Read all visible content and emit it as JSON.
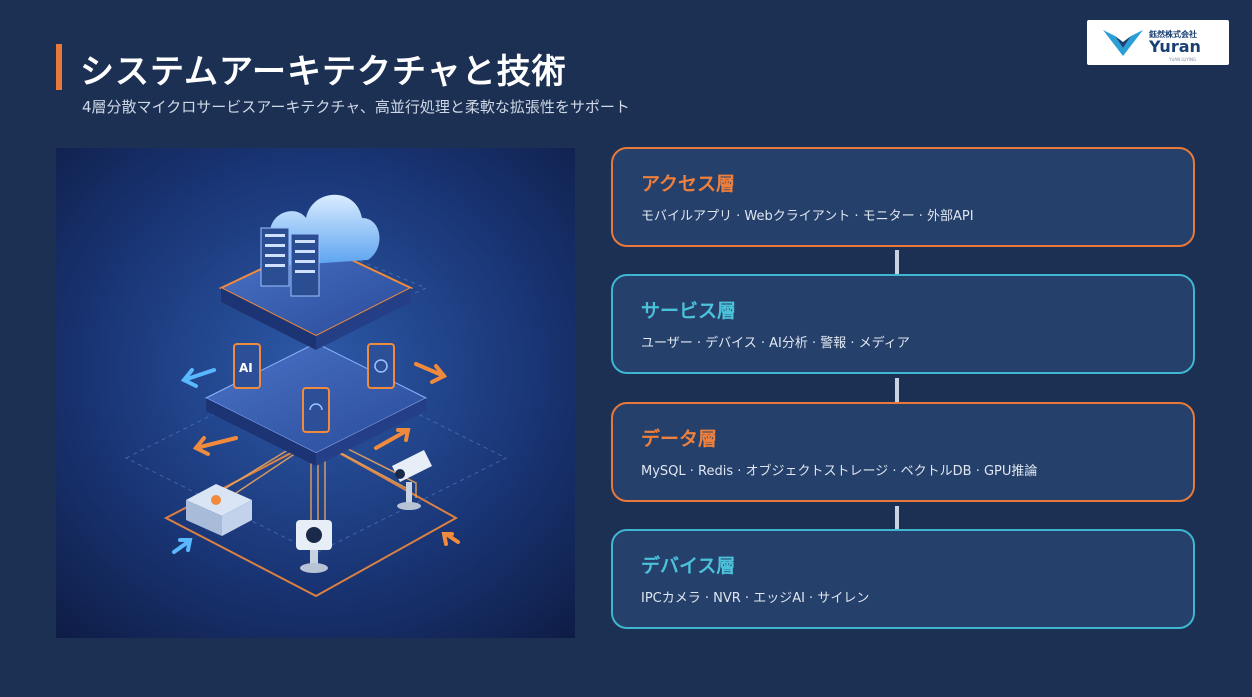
{
  "header": {
    "title": "システムアーキテクチャと技術",
    "subtitle": "4層分散マイクロサービスアーキテクチャ、高並行処理と柔軟な拡張性をサポート"
  },
  "logo": {
    "company_cn": "鈺然株式会社",
    "company_en": "Yuran",
    "tagline": "YUAN LUYING"
  },
  "illustration": {
    "ai_chip_label": "AI"
  },
  "layers": [
    {
      "title": "アクセス層",
      "desc": "モバイルアプリ · Webクライアント · モニター · 外部API",
      "accent": "#e8793a"
    },
    {
      "title": "サービス層",
      "desc": "ユーザー · デバイス · AI分析 · 警報 · メディア",
      "accent": "#3fb6cf"
    },
    {
      "title": "データ層",
      "desc": "MySQL · Redis · オブジェクトストレージ · ベクトルDB · GPU推論",
      "accent": "#e8793a"
    },
    {
      "title": "デバイス層",
      "desc": "IPCカメラ · NVR · エッジAI · サイレン",
      "accent": "#3fb6cf"
    }
  ],
  "colors": {
    "background": "#1b3052",
    "card": "#25406a",
    "orange": "#e8793a",
    "teal": "#3fb6cf"
  }
}
